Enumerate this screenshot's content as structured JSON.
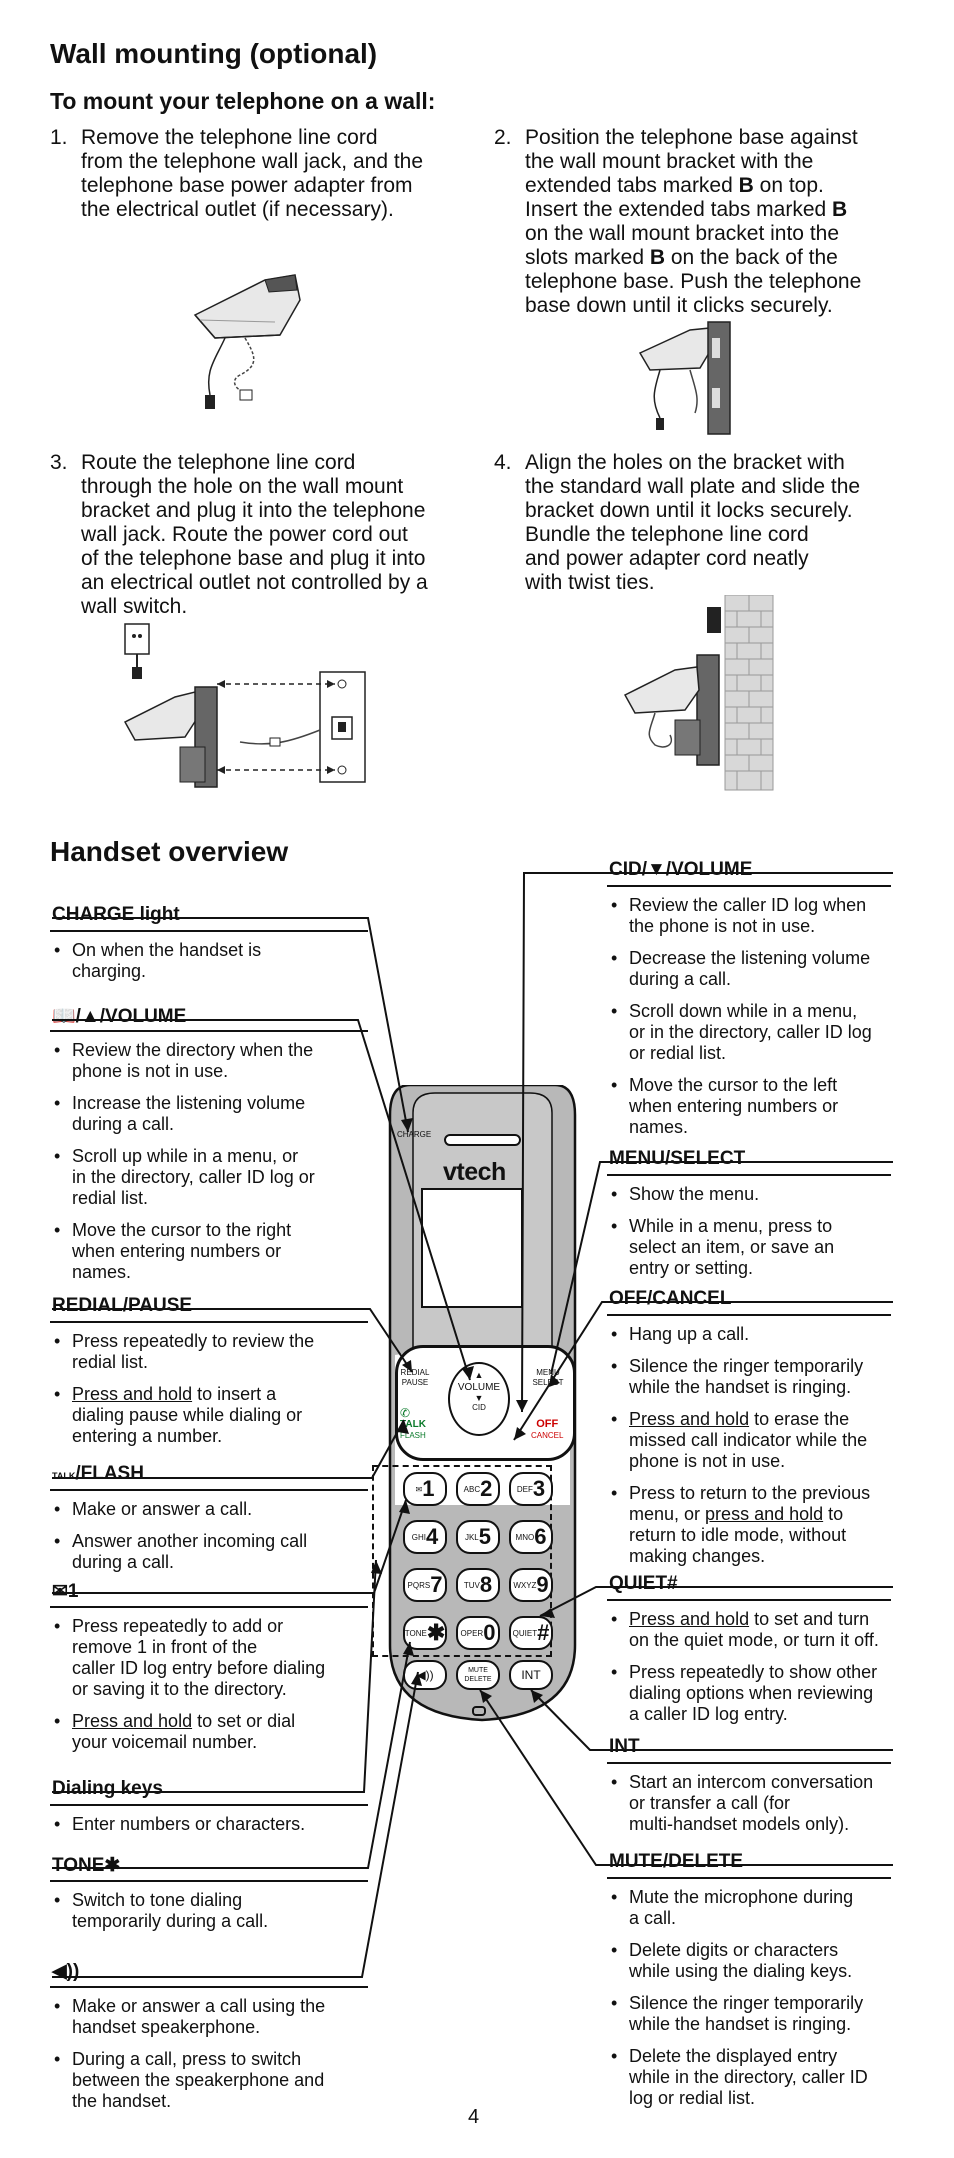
{
  "title": "Wall mounting (optional)",
  "subtitle": "To mount your telephone on a wall:",
  "steps": [
    {
      "num": "1.",
      "lines": [
        "Remove the telephone line cord",
        "from the telephone wall jack, and the",
        "telephone base power adapter from",
        "the electrical outlet (if necessary)."
      ]
    },
    {
      "num": "2.",
      "lines": [
        "Position the telephone base against",
        "the wall mount bracket with the",
        "extended tabs marked B on top.",
        "Insert the extended tabs marked B",
        "on the wall mount bracket into the",
        "slots marked B on the back of the",
        "telephone base. Push the telephone",
        "base down until it clicks securely."
      ]
    },
    {
      "num": "3.",
      "lines": [
        "Route the telephone line cord",
        "through the hole on the wall mount",
        "bracket and plug it into the telephone",
        "wall jack. Route the power cord out",
        "of the telephone base and plug it into",
        "an electrical outlet not controlled by a",
        "wall switch."
      ]
    },
    {
      "num": "4.",
      "lines": [
        "Align the holes on the bracket with",
        "the standard wall plate and slide the",
        "bracket down until it locks securely.",
        "Bundle the telephone line cord",
        "and power adapter cord neatly",
        "with twist ties."
      ]
    }
  ],
  "overview_title": "Handset overview",
  "handset": {
    "charge_label": "CHARGE",
    "brand": "vtech",
    "redial_label": "REDIAL",
    "pause_label": "PAUSE",
    "menu_label": "MENU",
    "select_label": "SELECT",
    "volume_label": "VOLUME",
    "cid_label": "CID",
    "talk_label": "TALK",
    "flash_label": "FLASH",
    "off_label": "OFF",
    "cancel_label": "CANCEL",
    "keys": [
      {
        "letters": "✉",
        "digit": "1"
      },
      {
        "letters": "ABC",
        "digit": "2"
      },
      {
        "letters": "DEF",
        "digit": "3"
      },
      {
        "letters": "GHI",
        "digit": "4"
      },
      {
        "letters": "JKL",
        "digit": "5"
      },
      {
        "letters": "MNO",
        "digit": "6"
      },
      {
        "letters": "PQRS",
        "digit": "7"
      },
      {
        "letters": "TUV",
        "digit": "8"
      },
      {
        "letters": "WXYZ",
        "digit": "9"
      },
      {
        "letters": "TONE",
        "digit": "✱"
      },
      {
        "letters": "OPER",
        "digit": "0"
      },
      {
        "letters": "QUIET",
        "digit": "#"
      }
    ],
    "speaker_label": "◀))",
    "mute_label": "MUTE",
    "delete_label": "DELETE",
    "int_label": "INT"
  },
  "left_sections": [
    {
      "heading": "CHARGE light",
      "items": [
        [
          "On when the handset is",
          "charging."
        ]
      ]
    },
    {
      "heading": "📖/▲/VOLUME",
      "items": [
        [
          "Review the directory when the",
          "phone is not in use."
        ],
        [
          "Increase the listening volume",
          "during a call."
        ],
        [
          "Scroll up while in a menu, or",
          "in the directory, caller ID log or",
          "redial list."
        ],
        [
          "Move the cursor to the right",
          "when entering numbers or",
          "names."
        ]
      ]
    },
    {
      "heading": "REDIAL/PAUSE",
      "items": [
        [
          "Press repeatedly to review the",
          "redial list."
        ],
        [
          "Press and hold to insert a",
          "dialing pause while dialing or",
          "entering a number."
        ]
      ]
    },
    {
      "heading": "/FLASH",
      "heading_prefix": "TALK",
      "items": [
        [
          "Make or answer a call."
        ],
        [
          "Answer another incoming call",
          "during a call."
        ]
      ]
    },
    {
      "heading": "1",
      "heading_prefix": "✉",
      "items": [
        [
          "Press repeatedly to add or",
          "remove 1 in front of the",
          "caller ID log entry before dialing",
          "or saving it to the directory."
        ],
        [
          "Press and hold to set or dial",
          "your voicemail number."
        ]
      ]
    },
    {
      "heading": "Dialing keys",
      "items": [
        [
          "Enter numbers or characters."
        ]
      ]
    },
    {
      "heading": "TONE✱",
      "items": [
        [
          "Switch to tone dialing",
          "temporarily during a call."
        ]
      ]
    },
    {
      "heading": "◀))",
      "items": [
        [
          "Make or answer a call using the",
          "handset speakerphone."
        ],
        [
          "During a call, press to switch",
          "between the speakerphone and",
          "the handset."
        ]
      ]
    }
  ],
  "right_sections": [
    {
      "heading": "CID/▼/VOLUME",
      "items": [
        [
          "Review the caller ID log when",
          "the phone is not in use."
        ],
        [
          "Decrease the listening volume",
          "during a call."
        ],
        [
          "Scroll down while in a menu,",
          "or in the directory, caller ID log",
          "or redial list."
        ],
        [
          "Move the cursor to the left",
          "when entering numbers or",
          "names."
        ]
      ]
    },
    {
      "heading": "MENU/SELECT",
      "items": [
        [
          "Show the menu."
        ],
        [
          "While in a menu, press to",
          "select an item, or save an",
          "entry or setting."
        ]
      ]
    },
    {
      "heading": "OFF/CANCEL",
      "items": [
        [
          "Hang up a call."
        ],
        [
          "Silence the ringer temporarily",
          "while the handset is ringing."
        ],
        [
          "Press and hold to erase the",
          "missed call indicator while the",
          "phone is not in use."
        ],
        [
          "Press to return to the previous",
          "menu, or press and hold to",
          "return to idle mode, without",
          "making changes."
        ]
      ]
    },
    {
      "heading": "QUIET#",
      "items": [
        [
          "Press and hold to set and turn",
          "on the quiet mode, or turn it off."
        ],
        [
          "Press repeatedly to show other",
          "dialing options when reviewing",
          "a caller ID log entry."
        ]
      ]
    },
    {
      "heading": "INT",
      "items": [
        [
          "Start an intercom conversation",
          "or transfer a call (for",
          "multi-handset models only)."
        ]
      ]
    },
    {
      "heading": "MUTE/DELETE",
      "items": [
        [
          "Mute the microphone during",
          "a call."
        ],
        [
          "Delete digits or characters",
          "while using the dialing keys."
        ],
        [
          "Silence the ringer temporarily",
          "while the handset is ringing."
        ],
        [
          "Delete the displayed entry",
          "while in the directory, caller ID",
          "log or redial list."
        ]
      ]
    }
  ],
  "page_number": "4"
}
